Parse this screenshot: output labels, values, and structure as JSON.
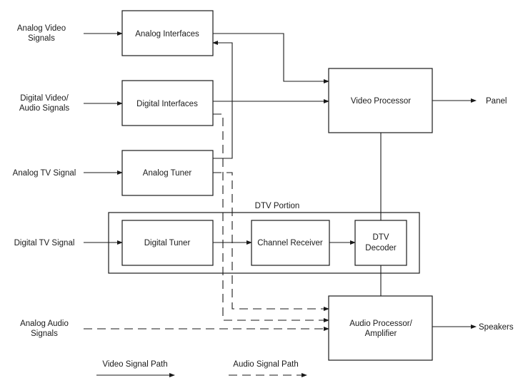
{
  "inputs": {
    "analog_video": [
      "Analog Video",
      "Signals"
    ],
    "digital_video_audio": [
      "Digital Video/",
      "Audio Signals"
    ],
    "analog_tv": "Analog TV Signal",
    "digital_tv": "Digital TV Signal",
    "analog_audio": [
      "Analog Audio",
      "Signals"
    ]
  },
  "blocks": {
    "analog_interfaces": "Analog Interfaces",
    "digital_interfaces": "Digital Interfaces",
    "analog_tuner": "Analog Tuner",
    "video_processor": "Video Processor",
    "digital_tuner": "Digital Tuner",
    "channel_receiver": "Channel Receiver",
    "dtv_decoder": [
      "DTV",
      "Decoder"
    ],
    "audio_processor": [
      "Audio Processor/",
      "Amplifier"
    ]
  },
  "group": {
    "dtv_portion": "DTV Portion"
  },
  "outputs": {
    "panel": "Panel",
    "speakers": "Speakers"
  },
  "legend": {
    "video": "Video Signal Path",
    "audio": "Audio Signal Path"
  }
}
